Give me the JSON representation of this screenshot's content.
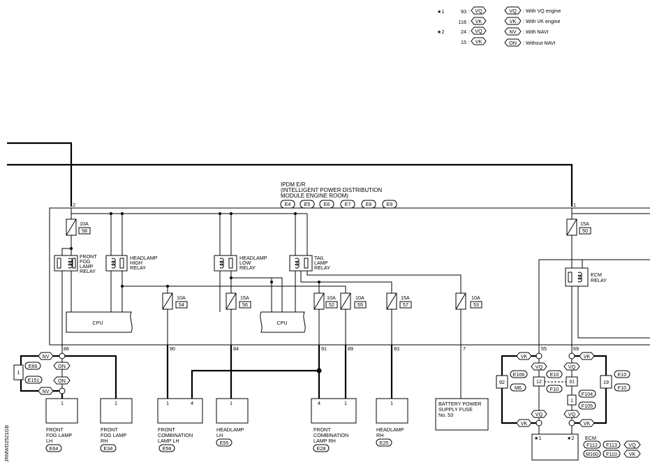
{
  "legend": {
    "rows": [
      {
        "star": "★1",
        "num": "93",
        "code": "VQ"
      },
      {
        "star": "",
        "num": "118",
        "code": "VK"
      },
      {
        "star": "★2",
        "num": "24",
        "code": "VQ"
      },
      {
        "star": "",
        "num": "15",
        "code": "VK"
      }
    ],
    "defs": [
      {
        "code": "VQ",
        "text": ": With VQ engine"
      },
      {
        "code": "VK",
        "text": ": With VK engine"
      },
      {
        "code": "NV",
        "text": ": With NAVI"
      },
      {
        "code": "ON",
        "text": ": Without NAVI"
      }
    ],
    "num_sep": ":"
  },
  "ipdm": {
    "title_1": "IPDM E/R",
    "title_2": "(INTELLIGENT POWER DISTRIBUTION",
    "title_3": "MODULE ENGINE ROOM)",
    "connectors": [
      "E4",
      "E5",
      "E6",
      "E7",
      "E8",
      "E9"
    ],
    "in_left_pin": "2",
    "in_right_pin": "1"
  },
  "fuses": [
    {
      "id": "f58",
      "rating": "10A",
      "num": "58"
    },
    {
      "id": "f50",
      "rating": "15A",
      "num": "50"
    },
    {
      "id": "f54",
      "rating": "10A",
      "num": "54"
    },
    {
      "id": "f56",
      "rating": "15A",
      "num": "56"
    },
    {
      "id": "f52",
      "rating": "10A",
      "num": "52"
    },
    {
      "id": "f55",
      "rating": "10A",
      "num": "55"
    },
    {
      "id": "f57",
      "rating": "15A",
      "num": "57"
    },
    {
      "id": "f53",
      "rating": "10A",
      "num": "53"
    }
  ],
  "relays": {
    "front_fog": [
      "FRONT",
      "FOG",
      "LAMP",
      "RELAY"
    ],
    "headlamp_high": [
      "HEADLAMP",
      "HIGH",
      "RELAY"
    ],
    "headlamp_low": [
      "HEADLAMP",
      "LOW",
      "RELAY"
    ],
    "tail": [
      "TAIL",
      "LAMP",
      "RELAY"
    ],
    "ecm": [
      "ECM",
      "RELAY"
    ]
  },
  "cpu_label": "CPU",
  "pins": {
    "p86": "86",
    "p90": "90",
    "p84": "84",
    "p91": "91",
    "p89": "89",
    "p83": "83",
    "p7": "7",
    "p55": "55",
    "p69": "69"
  },
  "options": {
    "nv": "NV",
    "on": "ON",
    "vk": "VK",
    "vq": "VQ",
    "e66": "E66",
    "e151": "E151",
    "joint": "1"
  },
  "components": [
    {
      "id": "fog_lh",
      "pins": [
        "1"
      ],
      "label": [
        "FRONT",
        "FOG LAMP",
        "LH"
      ],
      "conn": "E64"
    },
    {
      "id": "fog_rh",
      "pins": [
        "1"
      ],
      "label": [
        "FRONT",
        "FOG LAMP",
        "RH"
      ],
      "conn": "E34"
    },
    {
      "id": "comb_lh",
      "pins": [
        "1",
        "4"
      ],
      "label": [
        "FRONT",
        "COMBINATION",
        "LAMP LH"
      ],
      "conn": "E58"
    },
    {
      "id": "head_lh",
      "pins": [
        "1"
      ],
      "label": [
        "HEADLAMP",
        "LH"
      ],
      "conn": "E55"
    },
    {
      "id": "comb_rh",
      "pins": [
        "4",
        "1"
      ],
      "label": [
        "FRONT",
        "COMBINATION",
        "LAMP RH"
      ],
      "conn": "E28"
    },
    {
      "id": "head_rh",
      "pins": [
        "1"
      ],
      "label": [
        "HEADLAMP",
        "RH"
      ],
      "conn": "E25"
    }
  ],
  "battery": [
    "BATTERY POWER",
    "SUPPLY FUSE",
    "No. 53"
  ],
  "ecm_side": {
    "j92": "92",
    "j12": "12",
    "j31": "31",
    "j19": "19",
    "j1": "1",
    "e106": "E106",
    "m6": "M6",
    "e10a": "E10",
    "f10a": "F10",
    "f104": "F104",
    "f105": "F105",
    "e10b": "E10",
    "f10b": "F10"
  },
  "ecm": {
    "label": "ECM",
    "star1": "★1",
    "star2": "★2",
    "conns_row1": [
      "F112",
      "F113",
      "VQ"
    ],
    "conns_row2": [
      "M160",
      "F110",
      "VK"
    ]
  },
  "side_code": "JRMWD2521GB"
}
